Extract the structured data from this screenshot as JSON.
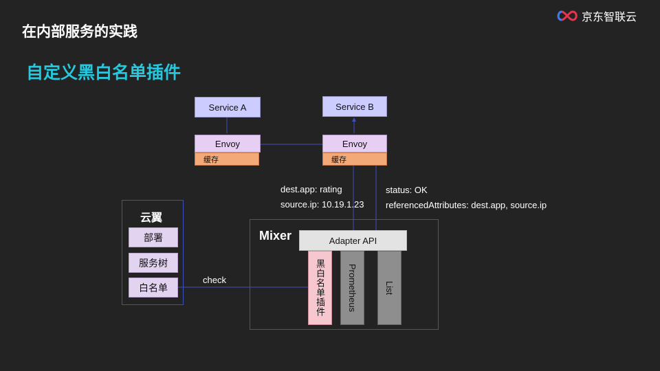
{
  "header": {
    "title": "在内部服务的实践",
    "subtitle": "自定义黑白名单插件",
    "logo_text": "京东智联云"
  },
  "diagram": {
    "service_a": "Service A",
    "service_b": "Service B",
    "envoy_a": "Envoy",
    "envoy_b": "Envoy",
    "cache_a": "缓存",
    "cache_b": "缓存",
    "request_attrs": [
      "dest.app:  rating",
      "source.ip: 10.19.1.23"
    ],
    "response_attrs": [
      "status:  OK",
      "referencedAttributes: dest.app, source.ip"
    ],
    "mixer_label": "Mixer",
    "adapter_api": "Adapter API",
    "adapters": [
      "黑白名单插件",
      "Prometheus",
      "List"
    ],
    "yunyi": {
      "title": "云翼",
      "items": [
        "部署",
        "服务树",
        "白名单"
      ]
    },
    "check_label": "check"
  },
  "colors": {
    "accent": "#27c7dd",
    "frame": "#3c4fbf",
    "service": "#ccccff",
    "envoy": "#e6cff2",
    "cache": "#f3a978",
    "whitelist_plugin": "#f7c7cf",
    "adapter_gray": "#8e8e8e"
  }
}
